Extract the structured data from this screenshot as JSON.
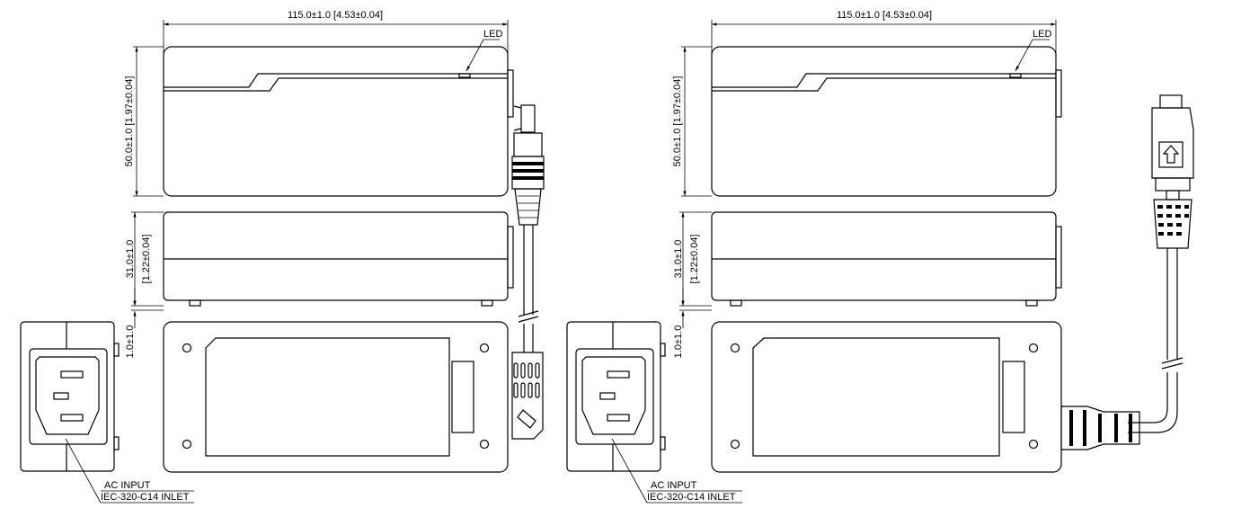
{
  "dimensions": {
    "width": "115.0±1.0  [4.53±0.04]",
    "height": "50.0±1.0  [1.97±0.04]",
    "depth_mm": "31.0±1.0",
    "depth_in": "[1.22±0.04]",
    "foot": "1.0±1.0"
  },
  "labels": {
    "led": "LED",
    "ac_input": "AC INPUT",
    "inlet": "IEC-320-C14 INLET"
  }
}
